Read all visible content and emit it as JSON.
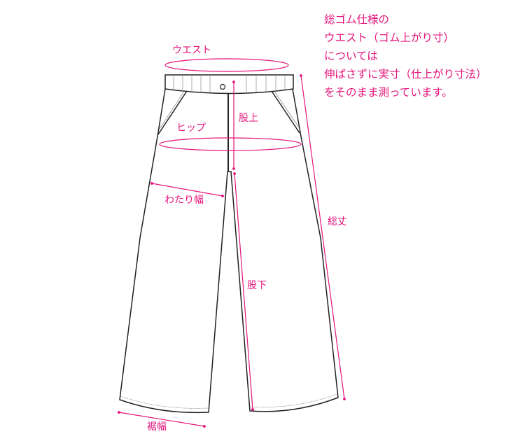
{
  "labels": {
    "waist": "ウエスト",
    "hip": "ヒップ",
    "rise": "股上",
    "thigh": "わたり幅",
    "inseam": "股下",
    "total_length": "総丈",
    "hem_width": "裾幅"
  },
  "note": [
    "総ゴム仕様の",
    "ウエスト（ゴム上がり寸）",
    "については",
    "伸ばさずに実寸（仕上がり寸法）",
    "をそのまま測っています。"
  ],
  "colors": {
    "accent": "#e4157c",
    "outline": "#222222"
  }
}
